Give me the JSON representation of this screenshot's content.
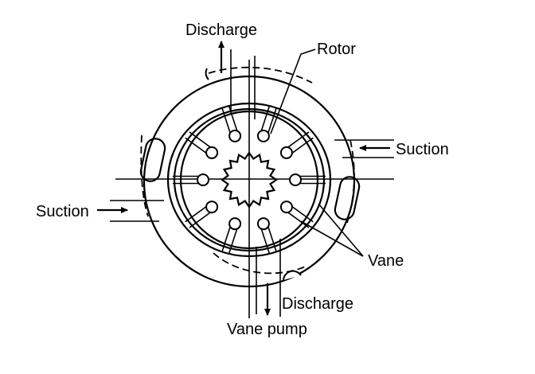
{
  "labels": {
    "discharge_top": "Discharge",
    "rotor": "Rotor",
    "suction_right": "Suction",
    "suction_left": "Suction",
    "vane": "Vane",
    "discharge_bottom": "Discharge",
    "caption": "Vane pump"
  },
  "colors": {
    "line": "#000000",
    "background": "#ffffff"
  },
  "vanes": {
    "count": 10
  }
}
